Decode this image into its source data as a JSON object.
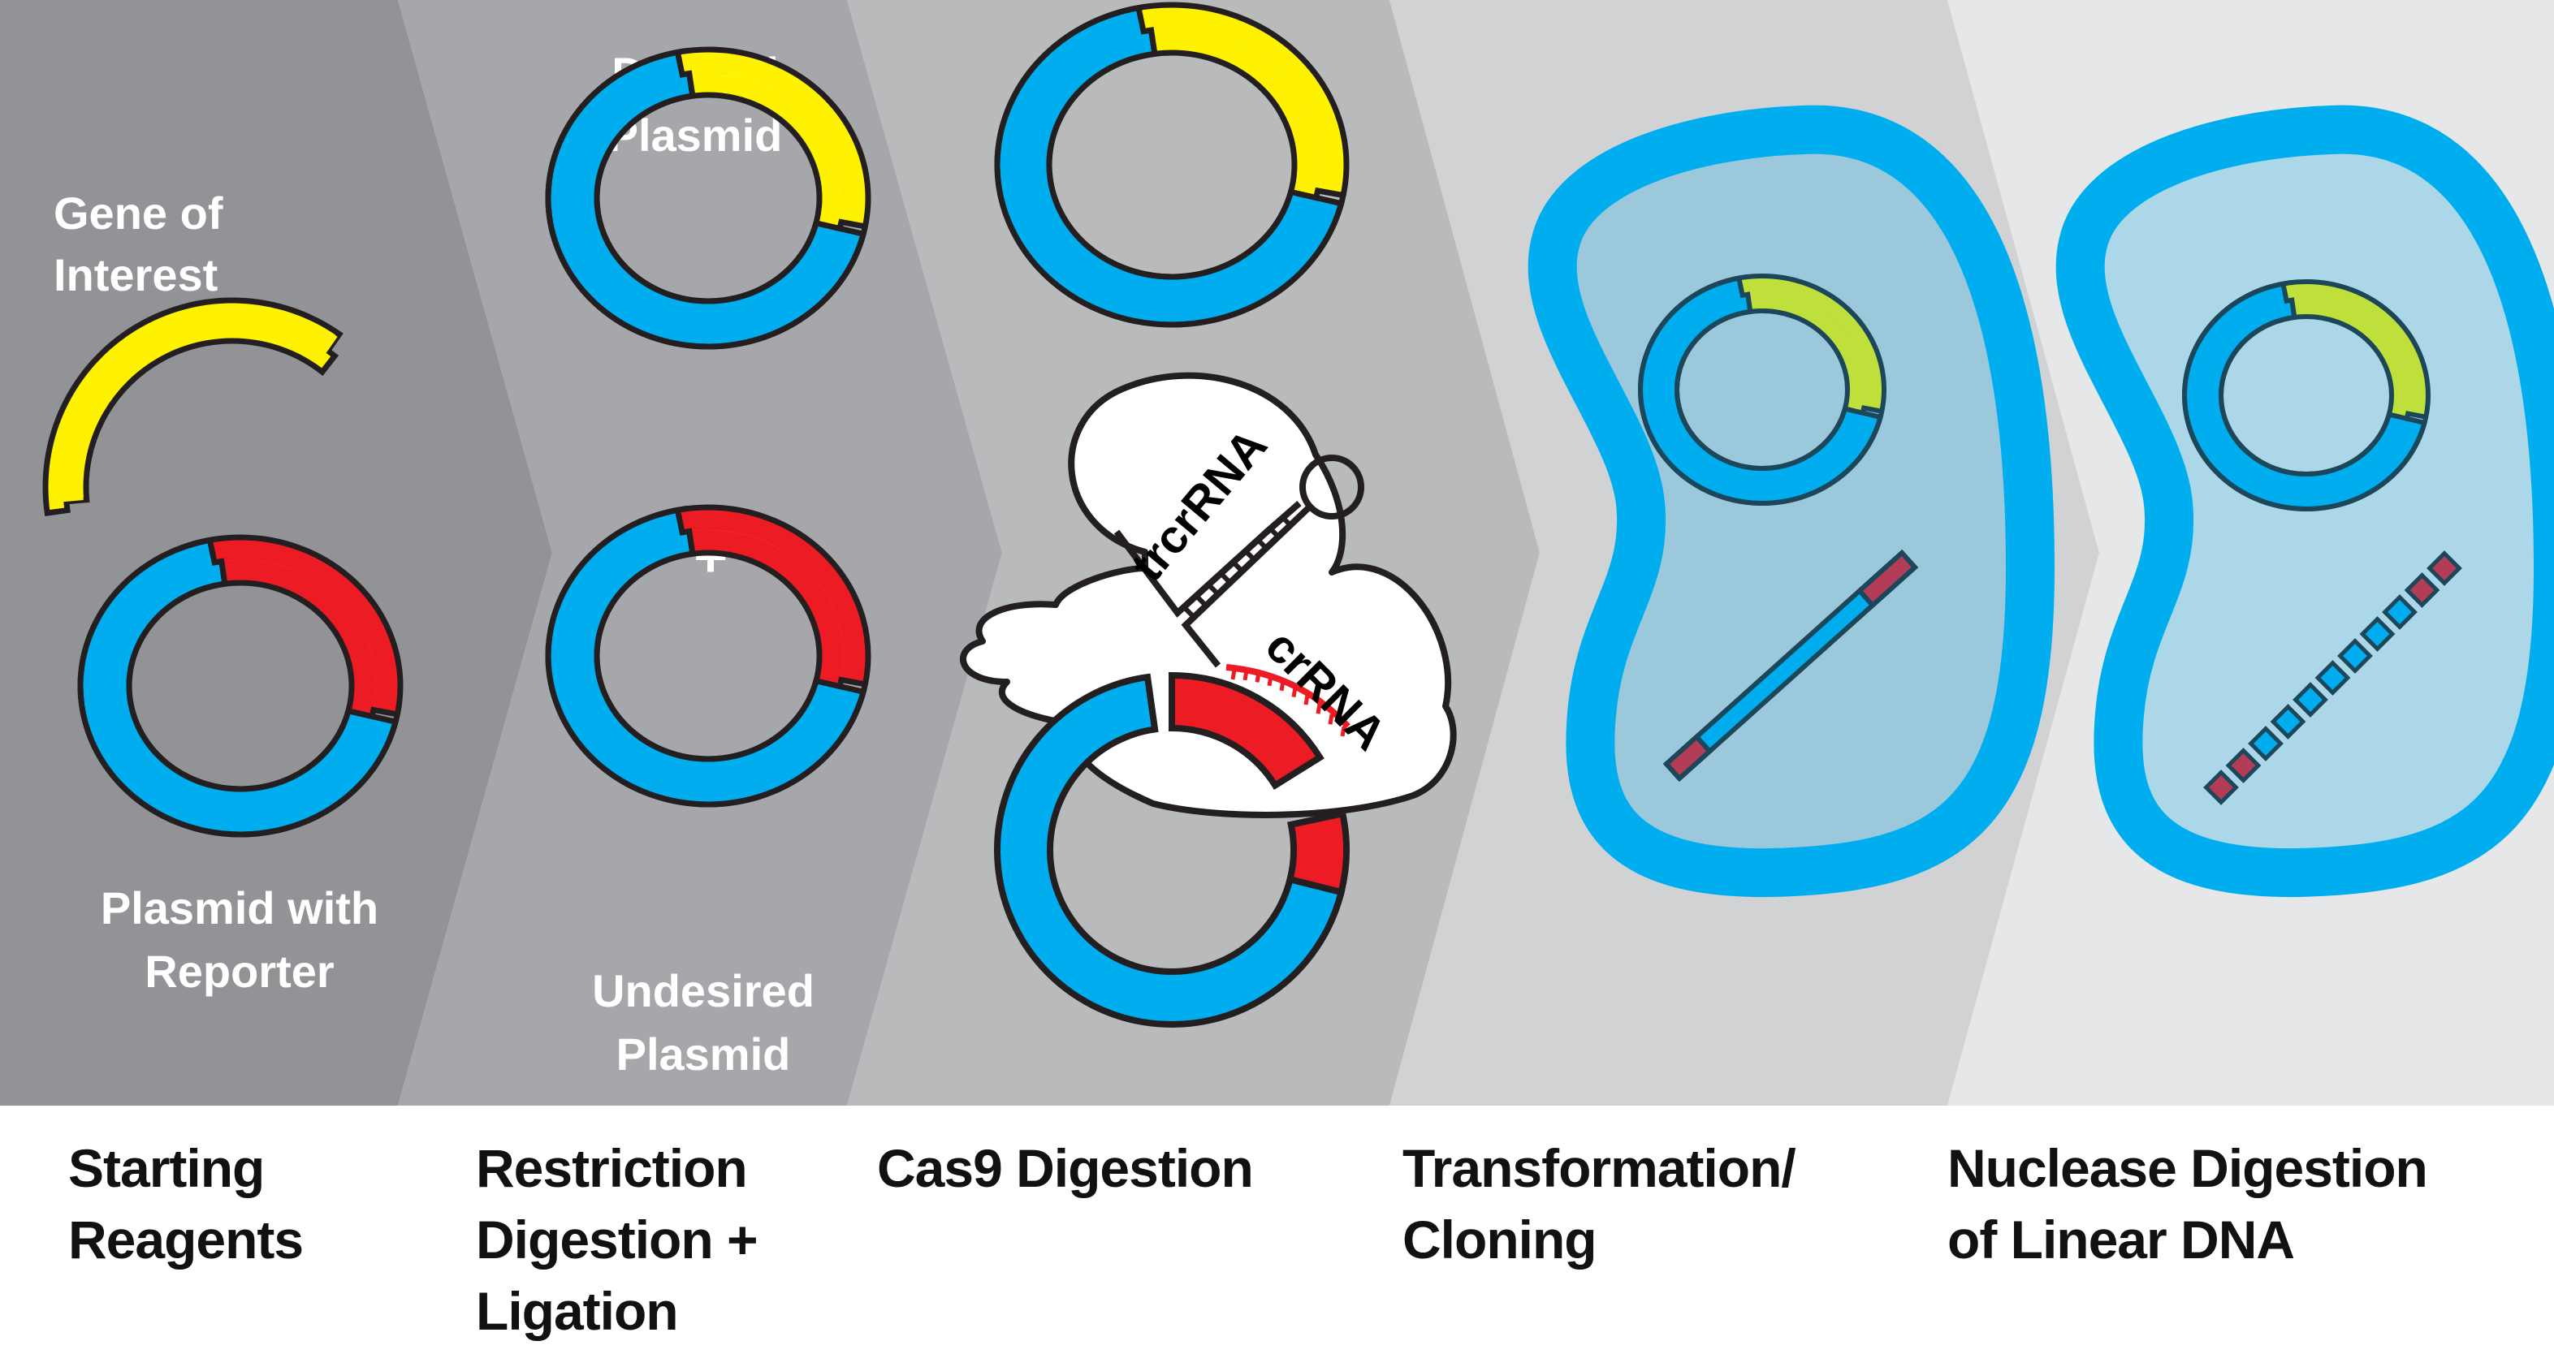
{
  "colors": {
    "panel_1": "#929396",
    "panel_2": "#a6a7aa",
    "panel_3": "#b9babc",
    "panel_4": "#d1d2d4",
    "panel_5": "#e6e7e9",
    "plasmid_backbone": "#00aeef",
    "reporter": "#ed1c24",
    "gene_of_interest": "#fff200",
    "gene_in_cell": "#bfe03a",
    "cell_membrane": "#00aeef",
    "cell_interior_4": "#9bc8da",
    "cell_interior_5": "#acd7e8",
    "linear_dna_end": "#b33d56",
    "outline": "#231f20",
    "outline_in_cell": "#1c4659",
    "cas9_cloud": "#ffffff"
  },
  "panels": [
    {
      "id": "starting-reagents",
      "labels": {
        "gene": "Gene of\nInterest",
        "plasmid": "Plasmid with\nReporter"
      },
      "caption": "Starting\nReagents"
    },
    {
      "id": "restriction-ligation",
      "labels": {
        "desired": "Desired\nPlasmid",
        "plus": "+",
        "undesired": "Undesired\nPlasmid"
      },
      "caption": "Restriction\nDigestion +\nLigation"
    },
    {
      "id": "cas9-digestion",
      "labels": {
        "trcrRNA": "trcrRNA",
        "crRNA": "crRNA"
      },
      "caption": "Cas9 Digestion"
    },
    {
      "id": "transformation-cloning",
      "caption": "Transformation/\nCloning"
    },
    {
      "id": "nuclease-digestion",
      "caption": "Nuclease Digestion\nof Linear DNA"
    }
  ]
}
